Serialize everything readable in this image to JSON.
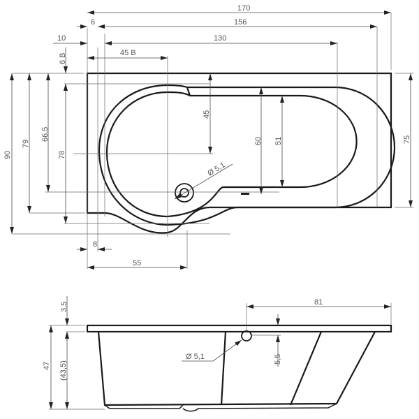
{
  "top_view": {
    "dims": {
      "overall_length": "170",
      "inner_length_156": "156",
      "inner_length_130": "130",
      "offset_6": "6",
      "offset_10": "10",
      "radius_center_45b": "45 B",
      "offset_6b": "6 B",
      "height_90": "90",
      "height_79": "79",
      "height_66_5": "66,5",
      "height_78": "78",
      "depth_45": "45",
      "width_60": "60",
      "width_51": "51",
      "drain_diameter": "Ø 5,1",
      "right_width_75": "75",
      "bottom_offset_8": "8",
      "bottom_offset_55": "55"
    }
  },
  "side_view": {
    "dims": {
      "rim_3_5": "3,5",
      "height_47": "47",
      "height_43_5": "(43,5)",
      "overflow_diameter": "Ø 5,1",
      "overflow_drop": "5,5",
      "overflow_offset_81": "81"
    }
  }
}
